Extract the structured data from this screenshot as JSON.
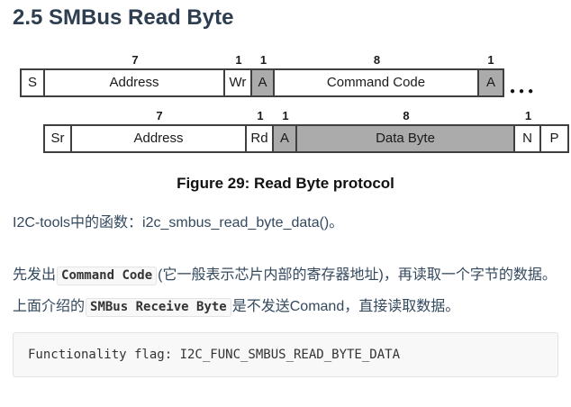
{
  "page": {
    "heading": "2.5 SMBus Read Byte"
  },
  "figure": {
    "caption": "Figure 29: Read Byte protocol",
    "ellipsis": "●●●",
    "rows": [
      {
        "name": "write-phase",
        "cells": [
          {
            "label": "S",
            "bits": "",
            "gray": false
          },
          {
            "label": "Address",
            "bits": "7",
            "gray": false
          },
          {
            "label": "Wr",
            "bits": "1",
            "gray": false
          },
          {
            "label": "A",
            "bits": "1",
            "gray": true
          },
          {
            "label": "Command Code",
            "bits": "8",
            "gray": false
          },
          {
            "label": "A",
            "bits": "1",
            "gray": true
          }
        ]
      },
      {
        "name": "read-phase",
        "cells": [
          {
            "label": "Sr",
            "bits": "",
            "gray": false
          },
          {
            "label": "Address",
            "bits": "7",
            "gray": false
          },
          {
            "label": "Rd",
            "bits": "1",
            "gray": false
          },
          {
            "label": "A",
            "bits": "1",
            "gray": true
          },
          {
            "label": "Data Byte",
            "bits": "8",
            "gray": true
          },
          {
            "label": "N",
            "bits": "1",
            "gray": false
          },
          {
            "label": "P",
            "bits": "",
            "gray": false
          }
        ]
      }
    ]
  },
  "paragraphs": {
    "p1": "I2C-tools中的函数：i2c_smbus_read_byte_data()。",
    "p2": {
      "pre": "先发出",
      "code": "Command Code",
      "post": "(它一般表示芯片内部的寄存器地址)，再读取一个字节的数据。"
    },
    "p3": {
      "pre": "上面介绍的",
      "code": "SMBus Receive Byte",
      "post": "是不发送Comand，直接读取数据。"
    }
  },
  "code_block": {
    "text": "Functionality flag: I2C_FUNC_SMBUS_READ_BYTE_DATA"
  },
  "colors": {
    "heading": "#2c3e50",
    "body_text": "#34495e",
    "box_gray": "#ababab",
    "box_border": "#3f3f3f",
    "code_background": "#f8f8f8"
  }
}
